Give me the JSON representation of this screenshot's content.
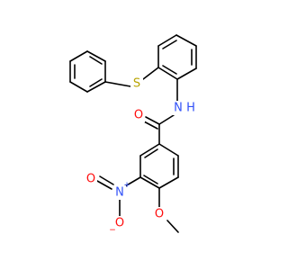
{
  "molecule": {
    "atoms": {
      "sulfur": "S",
      "amide_nitrogen": "N",
      "amide_hydrogen": "H",
      "carbonyl_oxygen": "O",
      "nitro_nitrogen": "N",
      "nitro_nitrogen_charge": "+",
      "nitro_oxygen_double": "O",
      "nitro_oxygen_single": "O",
      "nitro_oxygen_charge": "−",
      "methoxy_oxygen": "O"
    },
    "colors": {
      "bond": "#000000",
      "oxygen": "#ff0d0d",
      "nitrogen": "#3050f8",
      "sulfur": "#b8a400",
      "background": "#ffffff"
    }
  }
}
